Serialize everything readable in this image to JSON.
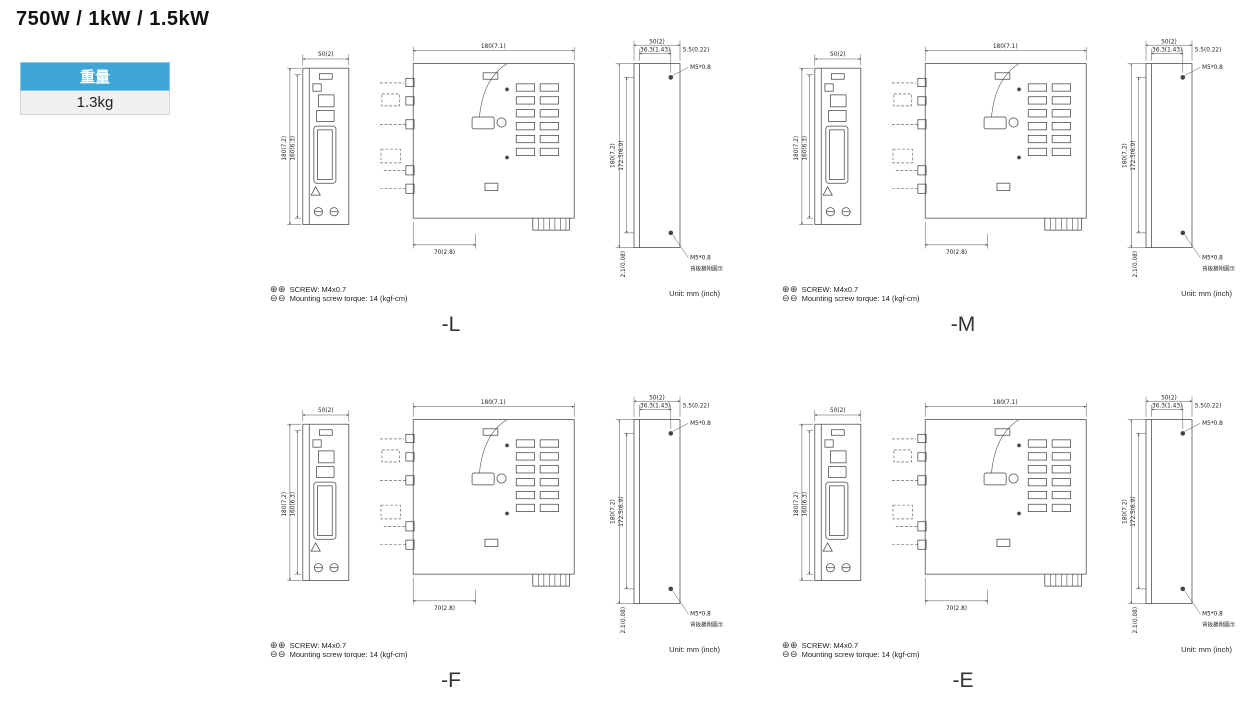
{
  "page": {
    "title": "750W / 1kW / 1.5kW",
    "weight": {
      "label": "重量",
      "value": "1.3kg"
    }
  },
  "shared": {
    "dims": {
      "front_width": "50(2)",
      "front_height_outer": "180(7.2)",
      "front_height_inner": "160(6.3)",
      "side_width": "180(7.1)",
      "side_bottom": "70(2.8)",
      "rear_width": "50(2)",
      "rear_hole_offset": "36.3(1.43)",
      "rear_edge_offset": "5.5(0.22)",
      "rear_height_outer": "180(7.2)",
      "rear_height_inner": "172.5(6.9)",
      "rear_thickness": "2.1(0.08)",
      "screw_spec": "M5*0.8",
      "rear_note": "背板鎖附圖示"
    },
    "icons": {
      "screw_row1": "⊕ ⊕",
      "screw_row2": "⊖ ⊖"
    },
    "notes": {
      "screw": "SCREW: M4x0.7",
      "torque": "Mounting screw torque: 14 (kgf-cm)",
      "unit": "Unit: mm (inch)"
    }
  },
  "panels": [
    {
      "label": "-L"
    },
    {
      "label": "-M"
    },
    {
      "label": "-F"
    },
    {
      "label": "-E"
    }
  ]
}
